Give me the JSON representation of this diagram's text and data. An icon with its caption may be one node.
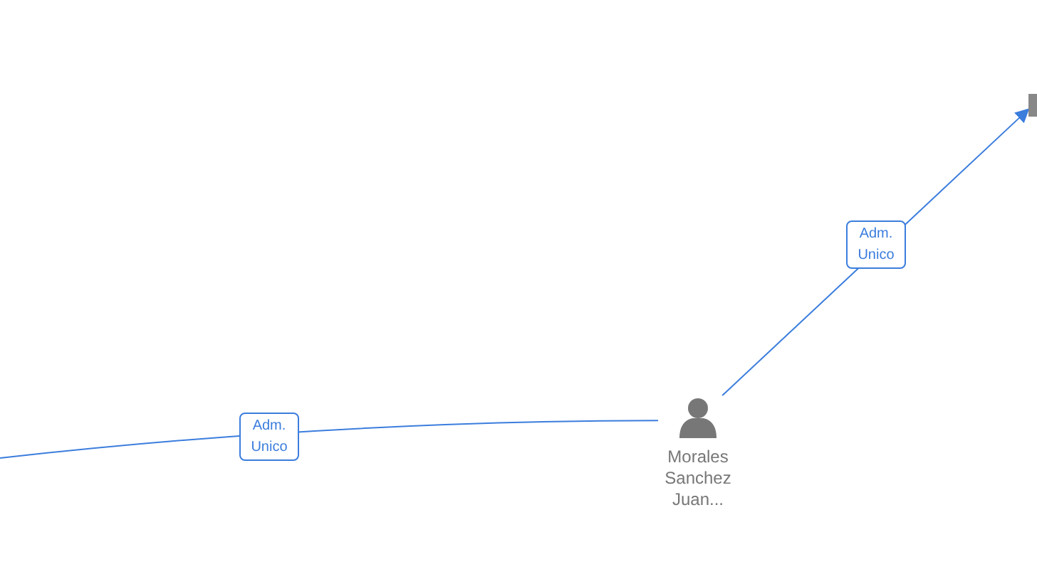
{
  "diagram": {
    "nodes": [
      {
        "text": [
          "Morales Sanchez Juan..."
        ]
      },
      {
        "text": [],
        "shape": "box"
      }
    ],
    "edges": [
      {
        "from": 0,
        "to": null,
        "arrow": "none",
        "label": "Adm. Unico"
      },
      {
        "from": 0,
        "to": 1,
        "arrow": "to",
        "label": "Adm. Unico"
      }
    ]
  }
}
